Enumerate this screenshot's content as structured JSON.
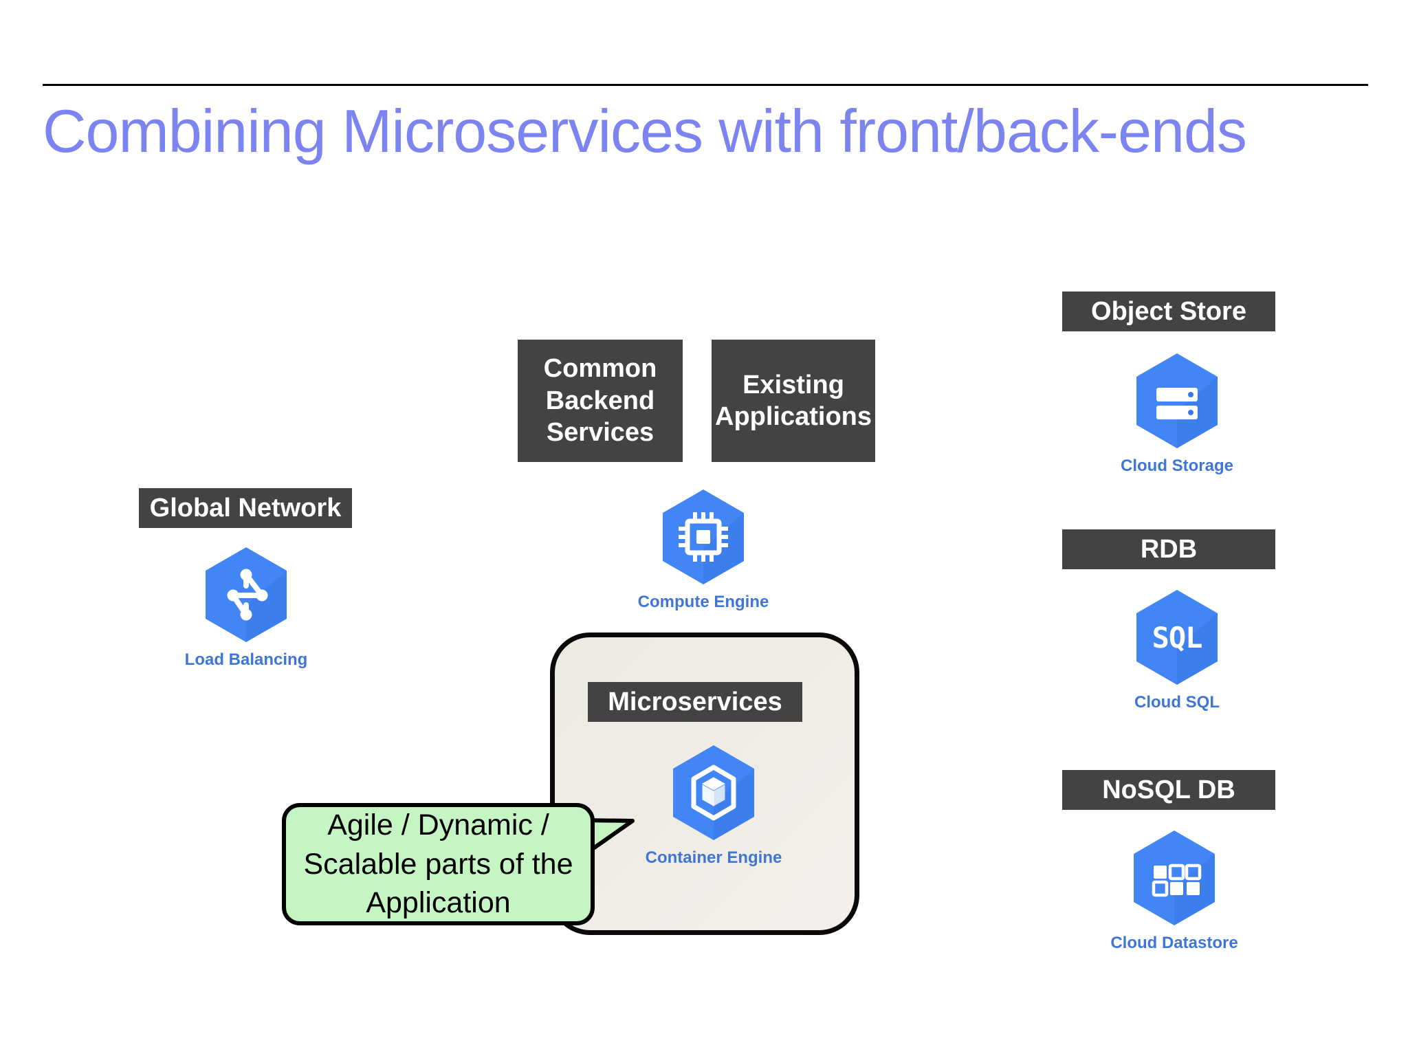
{
  "slide": {
    "title": "Combining Microservices with front/back-ends",
    "title_color": "#7b84f0",
    "background": "#ffffff",
    "divider_color": "#000000"
  },
  "palette": {
    "chip_bg": "#434343",
    "chip_text": "#ffffff",
    "hex_blue": "#4285f4",
    "hex_blue_dark": "#3b78e7",
    "service_label": "#3f76d6",
    "callout_bg": "#c4f5c2",
    "callout_border": "#000000",
    "container_bg": "#efece6",
    "container_border": "#0a0a0a"
  },
  "groups": {
    "global_network": {
      "chip_label": "Global Network",
      "service_label": "Load Balancing",
      "icon": "load-balancing-hexagon-icon"
    },
    "common_backend": {
      "chip_label": "Common Backend Services"
    },
    "existing_applications": {
      "chip_label": "Existing Applications"
    },
    "compute": {
      "service_label": "Compute Engine",
      "icon": "compute-engine-hexagon-icon"
    },
    "microservices": {
      "chip_label": "Microservices",
      "service_label": "Container Engine",
      "icon": "container-engine-hexagon-icon"
    },
    "object_store": {
      "chip_label": "Object Store",
      "service_label": "Cloud Storage",
      "icon": "cloud-storage-hexagon-icon"
    },
    "rdb": {
      "chip_label": "RDB",
      "service_label": "Cloud SQL",
      "icon": "cloud-sql-hexagon-icon",
      "glyph": "SQL"
    },
    "nosql": {
      "chip_label": "NoSQL DB",
      "service_label": "Cloud Datastore",
      "icon": "cloud-datastore-hexagon-icon"
    }
  },
  "callout": {
    "line1": "Agile / Dynamic /",
    "line2": "Scalable parts of the",
    "line3": "Application"
  }
}
